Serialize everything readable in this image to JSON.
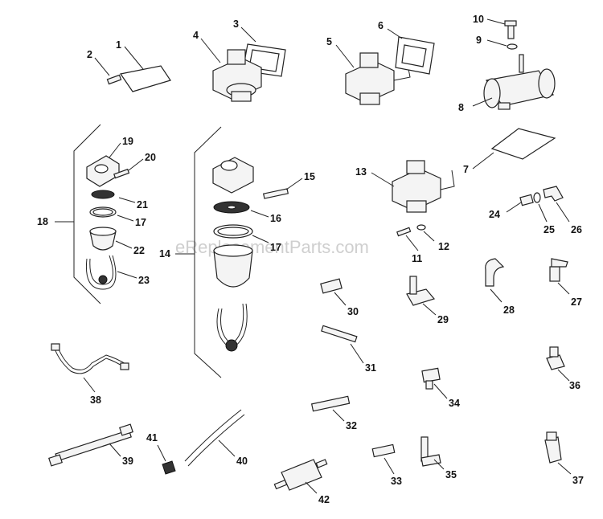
{
  "watermark": "eReplacementParts.com",
  "labels": {
    "p1": "1",
    "p2": "2",
    "p3": "3",
    "p4": "4",
    "p5": "5",
    "p6": "6",
    "p7": "7",
    "p8": "8",
    "p9": "9",
    "p10": "10",
    "p11": "11",
    "p12": "12",
    "p13": "13",
    "p14": "14",
    "p15": "15",
    "p16": "16",
    "p17a": "17",
    "p17b": "17",
    "p18": "18",
    "p19": "19",
    "p20": "20",
    "p21": "21",
    "p22": "22",
    "p23": "23",
    "p24": "24",
    "p25": "25",
    "p26": "26",
    "p27": "27",
    "p28": "28",
    "p29": "29",
    "p30": "30",
    "p31": "31",
    "p32": "32",
    "p33": "33",
    "p34": "34",
    "p35": "35",
    "p36": "36",
    "p37": "37",
    "p38": "38",
    "p39": "39",
    "p40": "40",
    "p41": "41",
    "p42": "42"
  }
}
